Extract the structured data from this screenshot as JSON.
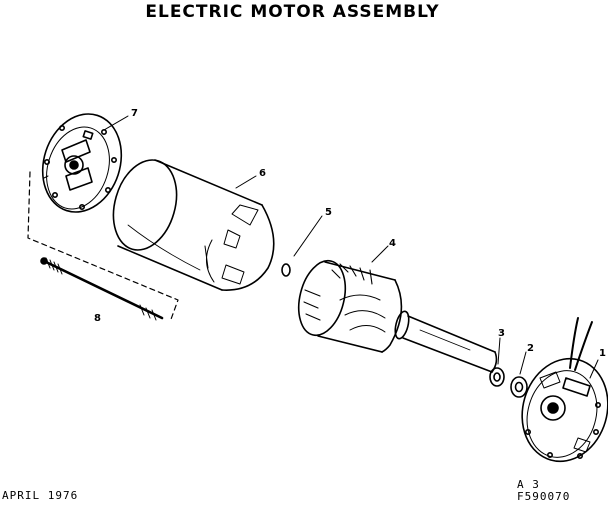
{
  "title": "ELECTRIC MOTOR ASSEMBLY",
  "parts": [
    {
      "number": "1",
      "part": "end-bell-with-leads"
    },
    {
      "number": "2",
      "part": "washer"
    },
    {
      "number": "3",
      "part": "washer"
    },
    {
      "number": "4",
      "part": "armature"
    },
    {
      "number": "5",
      "part": "retaining-ring"
    },
    {
      "number": "6",
      "part": "motor-housing"
    },
    {
      "number": "7",
      "part": "end-bell"
    },
    {
      "number": "8",
      "part": "through-bolt"
    }
  ],
  "footer": {
    "date": "APRIL 1976",
    "ref_line1": "A 3",
    "ref_line2": "F590070"
  }
}
